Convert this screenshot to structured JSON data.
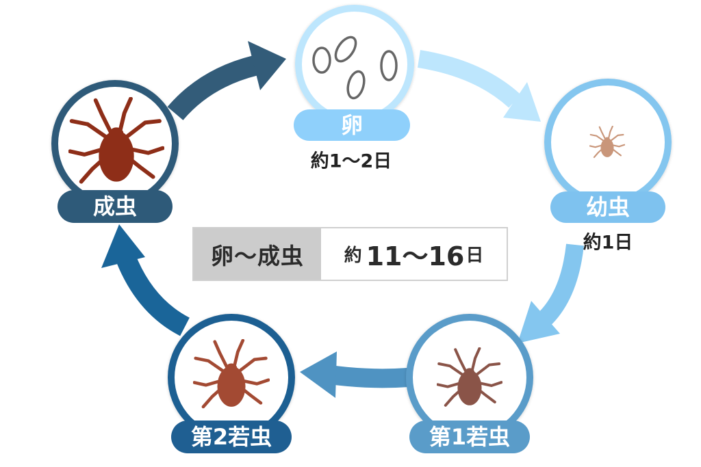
{
  "diagram": {
    "stages": [
      {
        "id": "egg",
        "label": "卵",
        "duration": "約1〜2日"
      },
      {
        "id": "larva",
        "label": "幼虫",
        "duration": "約1日"
      },
      {
        "id": "nymph1",
        "label": "第1若虫",
        "duration": ""
      },
      {
        "id": "nymph2",
        "label": "第2若虫",
        "duration": ""
      },
      {
        "id": "adult",
        "label": "成虫",
        "duration": ""
      }
    ],
    "total": {
      "range_label": "卵〜成虫",
      "value_prefix": "約",
      "value_main": "11〜16",
      "value_suffix": "日"
    }
  },
  "colors": {
    "egg": "#8fd0fb",
    "larva": "#7ec2ef",
    "nymph1": "#5a9cc9",
    "nymph2": "#1f5f92",
    "adult": "#2e5a79",
    "mite_adult": "#8e2e18",
    "mite_nymph2": "#a34a33",
    "mite_nymph1": "#8a5448",
    "mite_larva": "#c9967a"
  }
}
